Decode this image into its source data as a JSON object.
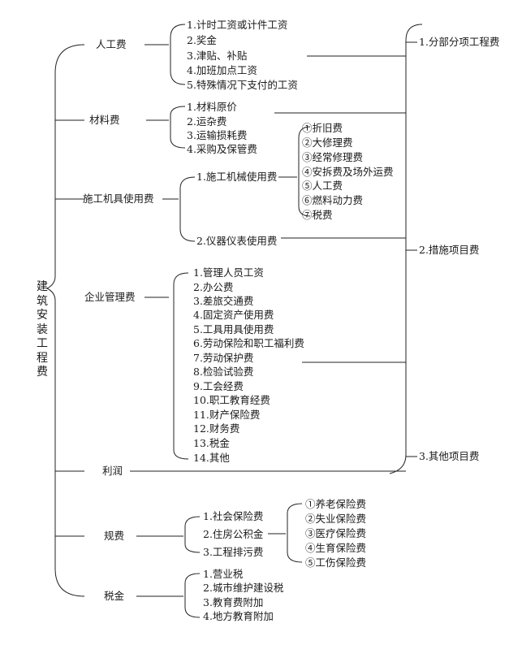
{
  "root": "建筑安装工程费",
  "categories": {
    "labor": "人工费",
    "material": "材料费",
    "machinery": "施工机具使用费",
    "management": "企业管理费",
    "profit": "利润",
    "fees": "规费",
    "tax": "税金"
  },
  "labor_items": [
    "1.计时工资或计件工资",
    "2.奖金",
    "3.津贴、补贴",
    "4.加班加点工资",
    "5.特殊情况下支付的工资"
  ],
  "material_items": [
    "1.材料原价",
    "2.运杂费",
    "3.运输损耗费",
    "4.采购及保管费"
  ],
  "machinery_items": [
    "1.施工机械使用费",
    "2.仪器仪表使用费"
  ],
  "machine_sub_items": [
    "①折旧费",
    "②大修理费",
    "③经常修理费",
    "④安拆费及场外运费",
    "⑤人工费",
    "⑥燃料动力费",
    "⑦税费"
  ],
  "management_items": [
    "1.管理人员工资",
    "2.办公费",
    "3.差旅交通费",
    "4.固定资产使用费",
    "5.工具用具使用费",
    "6.劳动保险和职工福利费",
    "7.劳动保护费",
    "8.检验试验费",
    "9.工会经费",
    "10.职工教育经费",
    "11.财产保险费",
    "12.财务费",
    "13.税金",
    "14.其他"
  ],
  "fee_items": [
    "1.社会保险费",
    "2.住房公积金",
    "3.工程排污费"
  ],
  "insurance_sub_items": [
    "①养老保险费",
    "②失业保险费",
    "③医疗保险费",
    "④生育保险费",
    "⑤工伤保险费"
  ],
  "tax_items": [
    "1.营业税",
    "2.城市维护建设税",
    "3.教育费附加",
    "4.地方教育附加"
  ],
  "right_items": [
    "1.分部分项工程费",
    "2.措施项目费",
    "3.其他项目费"
  ]
}
